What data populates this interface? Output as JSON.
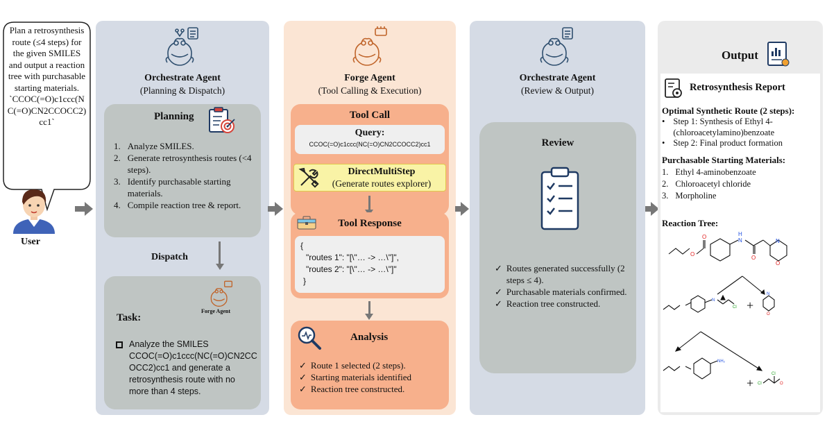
{
  "user": {
    "prompt": "Plan a retrosynthesis route (≤4 steps) for the given SMILES and output a reaction tree with purchasable starting materials. `CCOC(=O)c1ccc(NC(=O)CN2CCOCC2)cc1`",
    "label": "User"
  },
  "orchestrate1": {
    "title": "Orchestrate Agent",
    "subtitle": "(Planning & Dispatch)",
    "planning_title": "Planning",
    "steps": [
      {
        "num": "1.",
        "text": "Analyze SMILES."
      },
      {
        "num": "2.",
        "text": "Generate retrosynthesis routes (<4 steps)."
      },
      {
        "num": "3.",
        "text": "Identify purchasable starting materials."
      },
      {
        "num": "4.",
        "text": "Compile reaction tree & report."
      }
    ],
    "dispatch_label": "Dispatch",
    "task_label": "Task:",
    "forge_badge": "Forge Agent",
    "task_text": "Analyze the SMILES CCOC(=O)c1ccc(NC(=O)CN2CC OCC2)cc1 and generate a retrosynthesis route with no more than 4 steps."
  },
  "forge": {
    "title": "Forge Agent",
    "subtitle": "(Tool Calling & Execution)",
    "tool_call_title": "Tool Call",
    "query_label": "Query:",
    "query_value": "CCOC(=O)c1ccc(NC(=O)CN2CCOCC2)cc1",
    "tool_name": "DirectMultiStep",
    "tool_desc": "(Generate routes explorer)",
    "tool_response_title": "Tool Response",
    "response_lines": [
      "{",
      "\"routes 1\": \"[\\\"… -> …\\\"]\",",
      "\"routes 2\": \"[\\\"… -> …\\\"]\"",
      "}"
    ],
    "analysis_title": "Analysis",
    "analysis_items": [
      "Route 1 selected (2 steps).",
      "Starting materials identified",
      "Reaction tree constructed."
    ]
  },
  "orchestrate2": {
    "title": "Orchestrate Agent",
    "subtitle": "(Review & Output)",
    "review_title": "Review",
    "review_items": [
      "Routes generated successfully (2 steps ≤ 4).",
      "Purchasable materials confirmed.",
      "Reaction tree constructed."
    ]
  },
  "output": {
    "title": "Output",
    "report_title": "Retrosynthesis Report",
    "route_heading": "Optimal Synthetic Route (2 steps):",
    "route_steps": [
      "Step 1: Synthesis of Ethyl 4-(chloroacetylamino)benzoate",
      "Step 2: Final product formation"
    ],
    "materials_heading": "Purchasable Starting Materials:",
    "materials": [
      {
        "num": "1.",
        "text": "Ethyl 4-aminobenzoate"
      },
      {
        "num": "2.",
        "text": "Chloroacetyl chloride"
      },
      {
        "num": "3.",
        "text": "Morpholine"
      }
    ],
    "tree_heading": "Reaction Tree:",
    "plus1": "+",
    "plus2": "+",
    "atom_labels": {
      "o": "O",
      "h": "H",
      "n": "N",
      "cl": "Cl",
      "nh2": "NH₂"
    }
  },
  "colors": {
    "panel_blue": "#d5dbe5",
    "panel_peach": "#fbe5d4",
    "box_grey": "#bfc5c3",
    "box_orange": "#f7b08c",
    "tool_yellow": "#f9f3a6",
    "arrow": "#777777"
  }
}
